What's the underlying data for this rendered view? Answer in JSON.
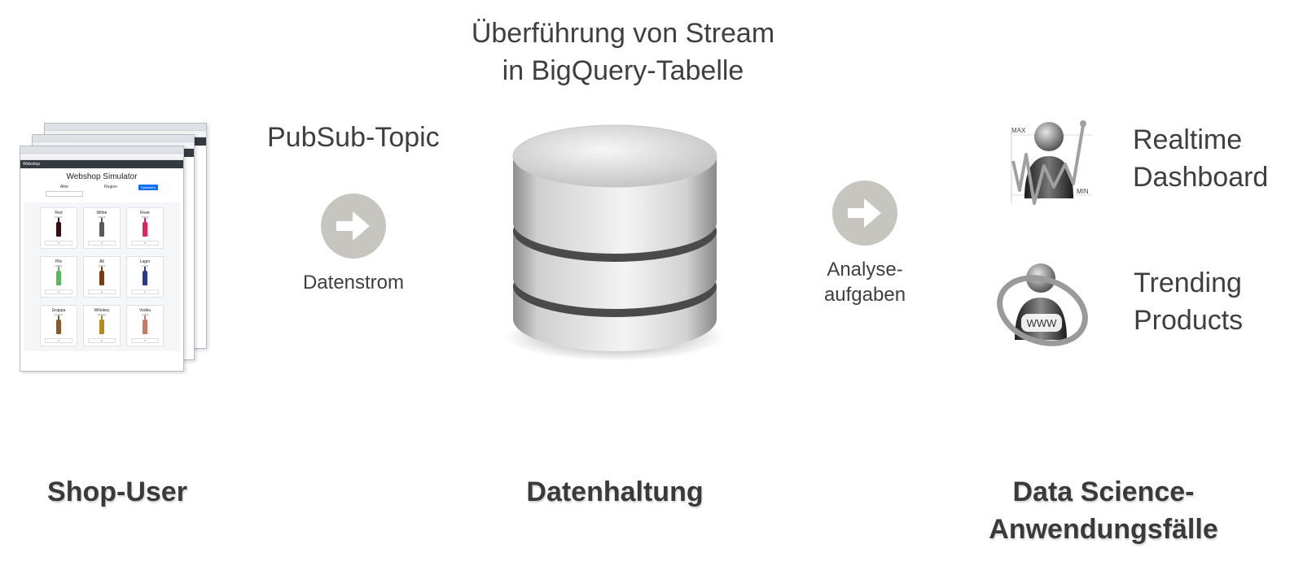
{
  "header": {
    "line1": "Überführung von Stream",
    "line2": "in BigQuery-Tabelle"
  },
  "pubsub": {
    "label": "PubSub-Topic",
    "arrow_label": "Datenstrom"
  },
  "analysis": {
    "line1": "Analyse-",
    "line2": "aufgaben"
  },
  "usecases": {
    "realtime": {
      "line1": "Realtime",
      "line2": "Dashboard"
    },
    "trending": {
      "line1": "Trending",
      "line2": "Products"
    },
    "chart_max": "MAX",
    "chart_min": "MIN",
    "globe_text": "WWW"
  },
  "sections": {
    "shop_user": "Shop-User",
    "datenhaltung": "Datenhaltung",
    "data_science_line1": "Data Science-",
    "data_science_line2": "Anwendungsfälle"
  },
  "webshop": {
    "nav": "Webshop",
    "title": "Webshop Simulator",
    "filter_age": "Alter",
    "filter_region": "Region",
    "filter_button": "Speichern",
    "products": [
      {
        "name": "Red",
        "price": "5,90 €",
        "color": "#3b0d12",
        "qty": "0"
      },
      {
        "name": "White",
        "price": "6,00 €",
        "color": "#5a5a5a",
        "qty": "0"
      },
      {
        "name": "Rosé",
        "price": "5,90 €",
        "color": "#e0245e",
        "qty": "0"
      },
      {
        "name": "Pils",
        "price": "0,80 €",
        "color": "#5cb85c",
        "qty": "0"
      },
      {
        "name": "Alt",
        "price": "0,90 €",
        "color": "#7a3e12",
        "qty": "0"
      },
      {
        "name": "Lager",
        "price": "1,00 €",
        "color": "#2a3a8c",
        "qty": "0"
      },
      {
        "name": "Grappa",
        "price": "12,00 €",
        "color": "#8a5a2a",
        "qty": "0"
      },
      {
        "name": "Whiskey",
        "price": "24,99 €",
        "color": "#b88a1a",
        "qty": "0"
      },
      {
        "name": "Vodka",
        "price": "9,49 €",
        "color": "#c97a66",
        "qty": "0"
      }
    ]
  },
  "colors": {
    "arrow_circle": "#c6c5bf",
    "text": "#3f3f3f"
  }
}
